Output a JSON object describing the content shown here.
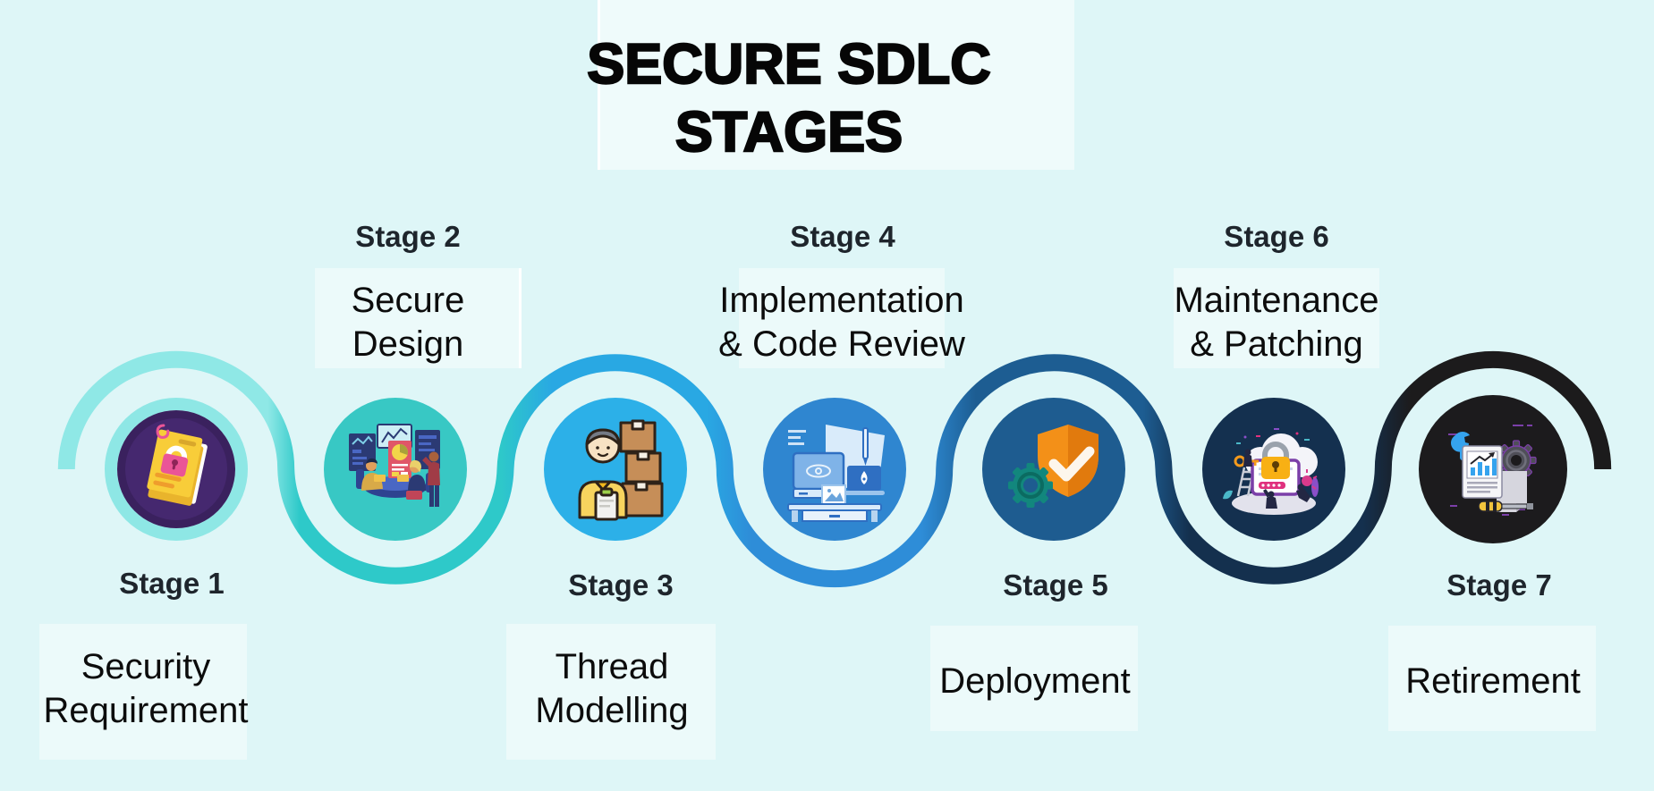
{
  "title": {
    "line1": "SECURE SDLC",
    "line2": "STAGES"
  },
  "stages": [
    {
      "stage_label": "Stage 1",
      "name": "Security Requirement",
      "name_line1": "Security",
      "name_line2": "Requirement",
      "label_position": "bottom",
      "circle_color": "#45286f",
      "ring_color": "#8ee7e5",
      "arc_color": "#8fe8e6",
      "icon": "locked-document-icon"
    },
    {
      "stage_label": "Stage 2",
      "name": "Secure Design",
      "name_line1": "Secure",
      "name_line2": "Design",
      "label_position": "top",
      "circle_color": "#38c8c4",
      "arc_color": "#2ec9c9",
      "icon": "design-team-icon"
    },
    {
      "stage_label": "Stage 3",
      "name": "Thread Modelling",
      "name_line1": "Thread",
      "name_line2": "Modelling",
      "label_position": "bottom",
      "circle_color": "#2cb0e8",
      "arc_color": "#29a8e3",
      "icon": "worker-boxes-icon"
    },
    {
      "stage_label": "Stage 4",
      "name": "Implementation & Code Review",
      "name_line1": "Implementation",
      "name_line2": "& Code Review",
      "label_position": "top",
      "circle_color": "#2f86d0",
      "arc_color": "#2e8dd8",
      "icon": "design-workspace-icon"
    },
    {
      "stage_label": "Stage 5",
      "name": "Deployment",
      "name_line1": "Deployment",
      "label_position": "bottom",
      "circle_color": "#1e5c90",
      "arc_color": "#1d5d92",
      "icon": "shield-check-gear-icon"
    },
    {
      "stage_label": "Stage 6",
      "name": "Maintenance & Patching",
      "name_line1": "Maintenance",
      "name_line2": "& Patching",
      "label_position": "top",
      "circle_color": "#14304f",
      "arc_color": "#14304e",
      "icon": "security-patch-icon"
    },
    {
      "stage_label": "Stage 7",
      "name": "Retirement",
      "name_line1": "Retirement",
      "label_position": "bottom",
      "circle_color": "#1c1b1d",
      "arc_color": "#1c1b1c",
      "icon": "report-tools-icon"
    }
  ],
  "colors": {
    "background": "#def6f7",
    "text": "#0c0c0c",
    "stage_label_text": "#1e252c",
    "wave": [
      "#8fe8e6",
      "#2ec9c9",
      "#29a8e3",
      "#2e8dd8",
      "#1d5d92",
      "#14304e",
      "#1c1b1c"
    ]
  }
}
